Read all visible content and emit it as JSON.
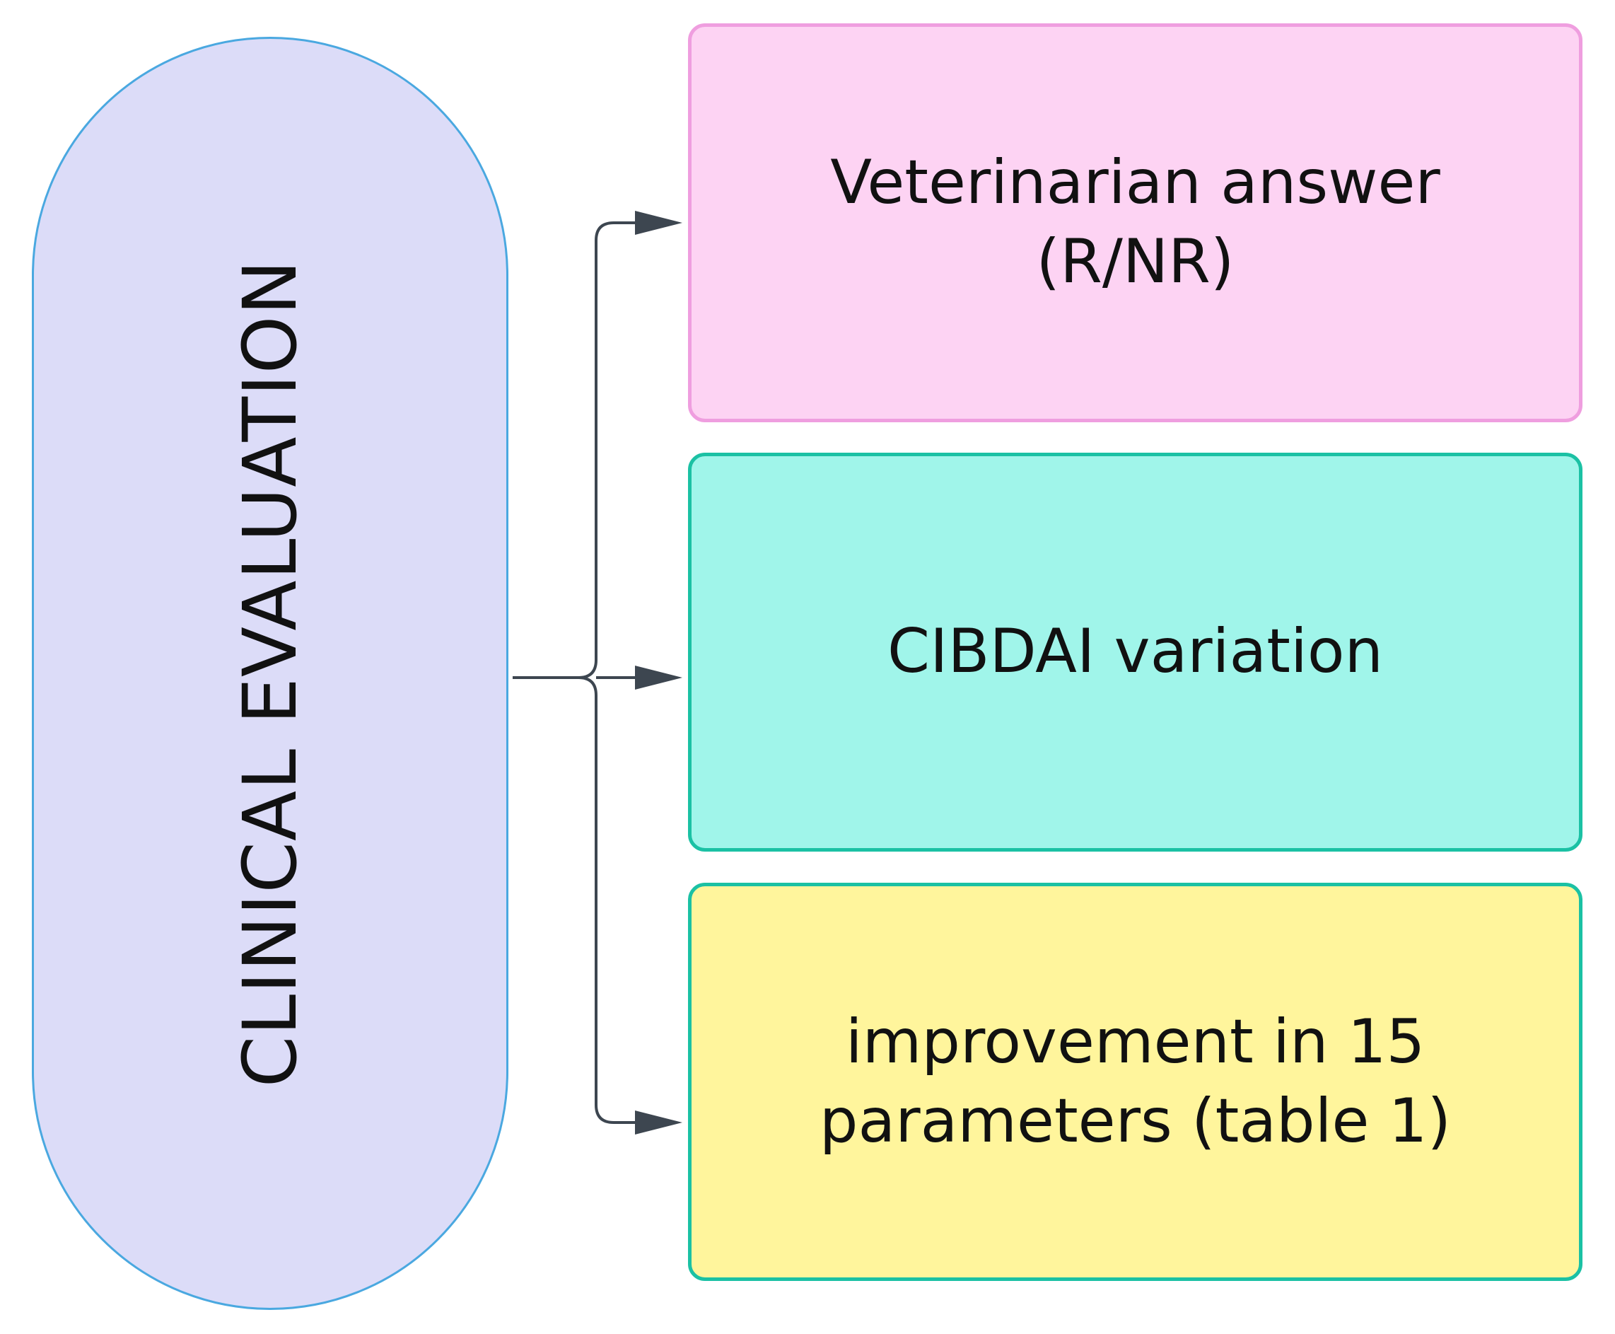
{
  "diagram": {
    "source": {
      "label": "CLINICAL EVALUATION",
      "fill": "#dcdcf8",
      "border": "#4aa8e0"
    },
    "targets": [
      {
        "label": "Veterinarian answer\n(R/NR)",
        "fill": "#fdd3f3",
        "border": "#ef9edf"
      },
      {
        "label": "CIBDAI variation",
        "fill": "#a0f5ea",
        "border": "#1bc1a4"
      },
      {
        "label": "improvement in 15\nparameters (table 1)",
        "fill": "#fff59c",
        "border": "#1bc1a4"
      }
    ],
    "connector_color": "#3d4650"
  }
}
